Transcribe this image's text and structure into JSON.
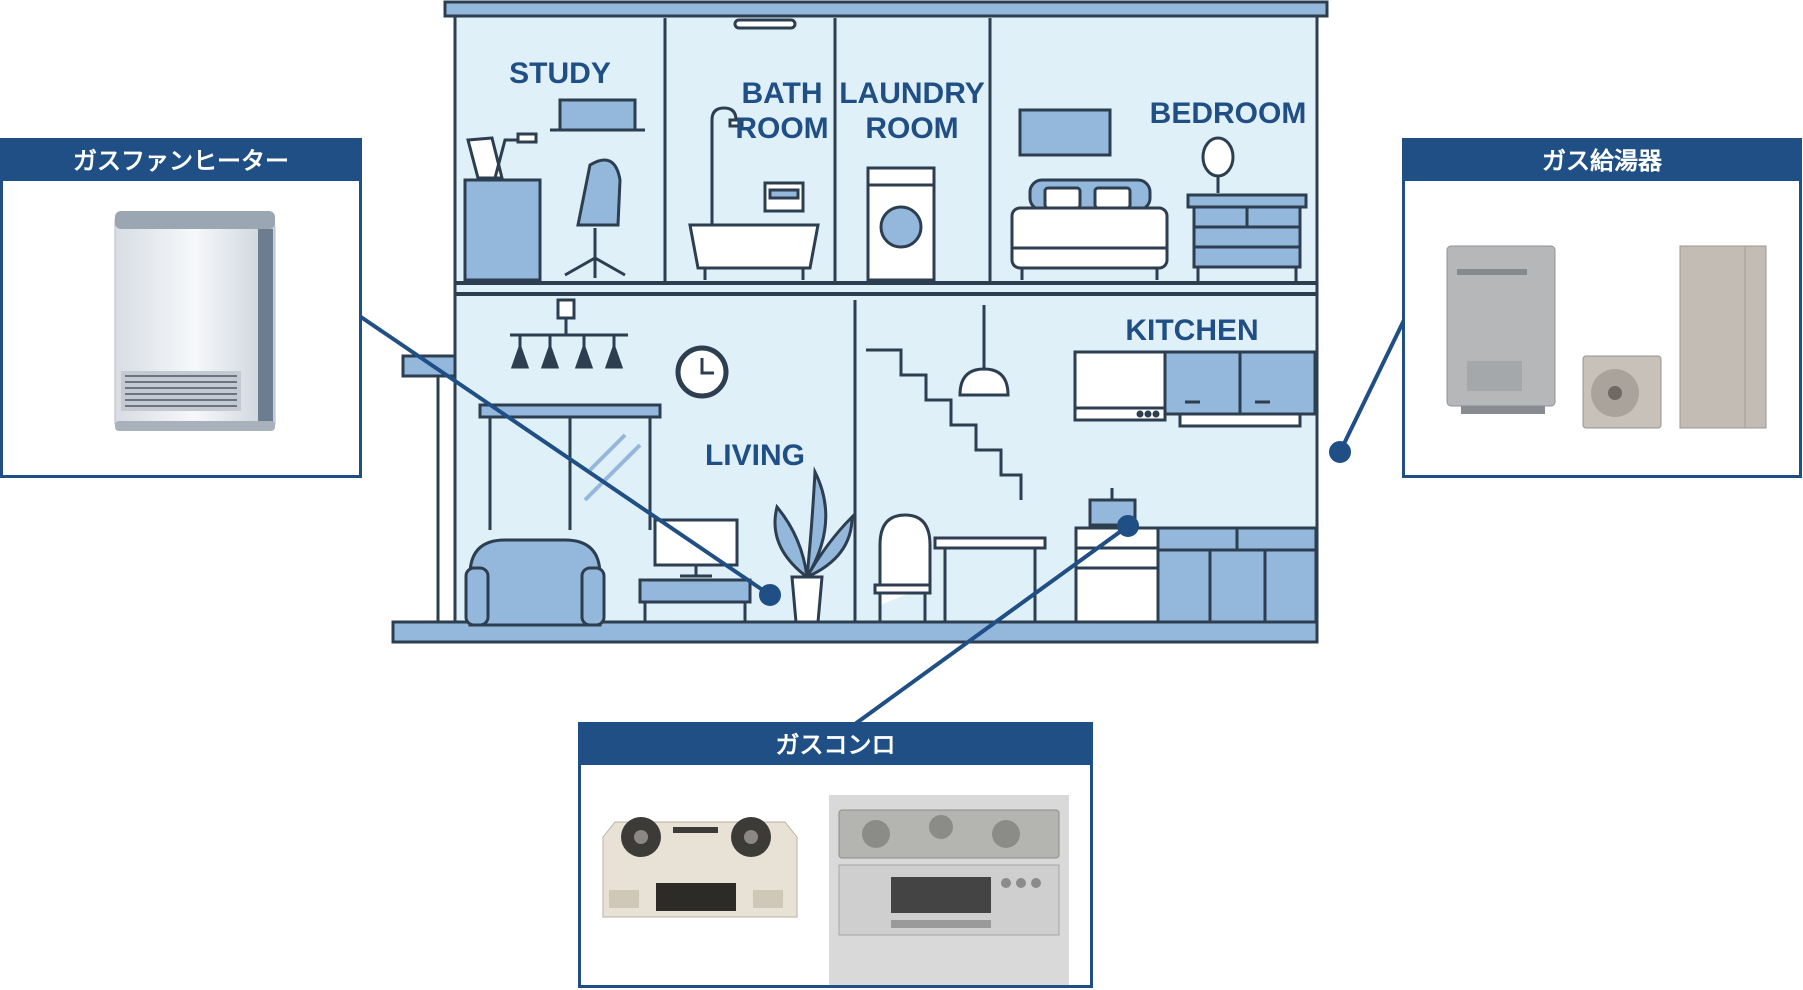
{
  "rooms": {
    "study": "STUDY",
    "bath_line1": "BATH",
    "bath_line2": "ROOM",
    "laundry_line1": "LAUNDRY",
    "laundry_line2": "ROOM",
    "bedroom": "BEDROOM",
    "kitchen": "KITCHEN",
    "living": "LIVING"
  },
  "cards": {
    "fan_heater": {
      "title": "ガスファンヒーター",
      "image": "gas-fan-heater-photo"
    },
    "water_heater": {
      "title": "ガス給湯器",
      "image": "gas-water-heater-photo"
    },
    "stove": {
      "title": "ガスコンロ",
      "image": "gas-stove-photo"
    }
  },
  "colors": {
    "brand_navy": "#1f4f85",
    "wall_fill": "#e0f0f8",
    "furniture_blue": "#93b8dc",
    "outline": "#2c3e50"
  }
}
